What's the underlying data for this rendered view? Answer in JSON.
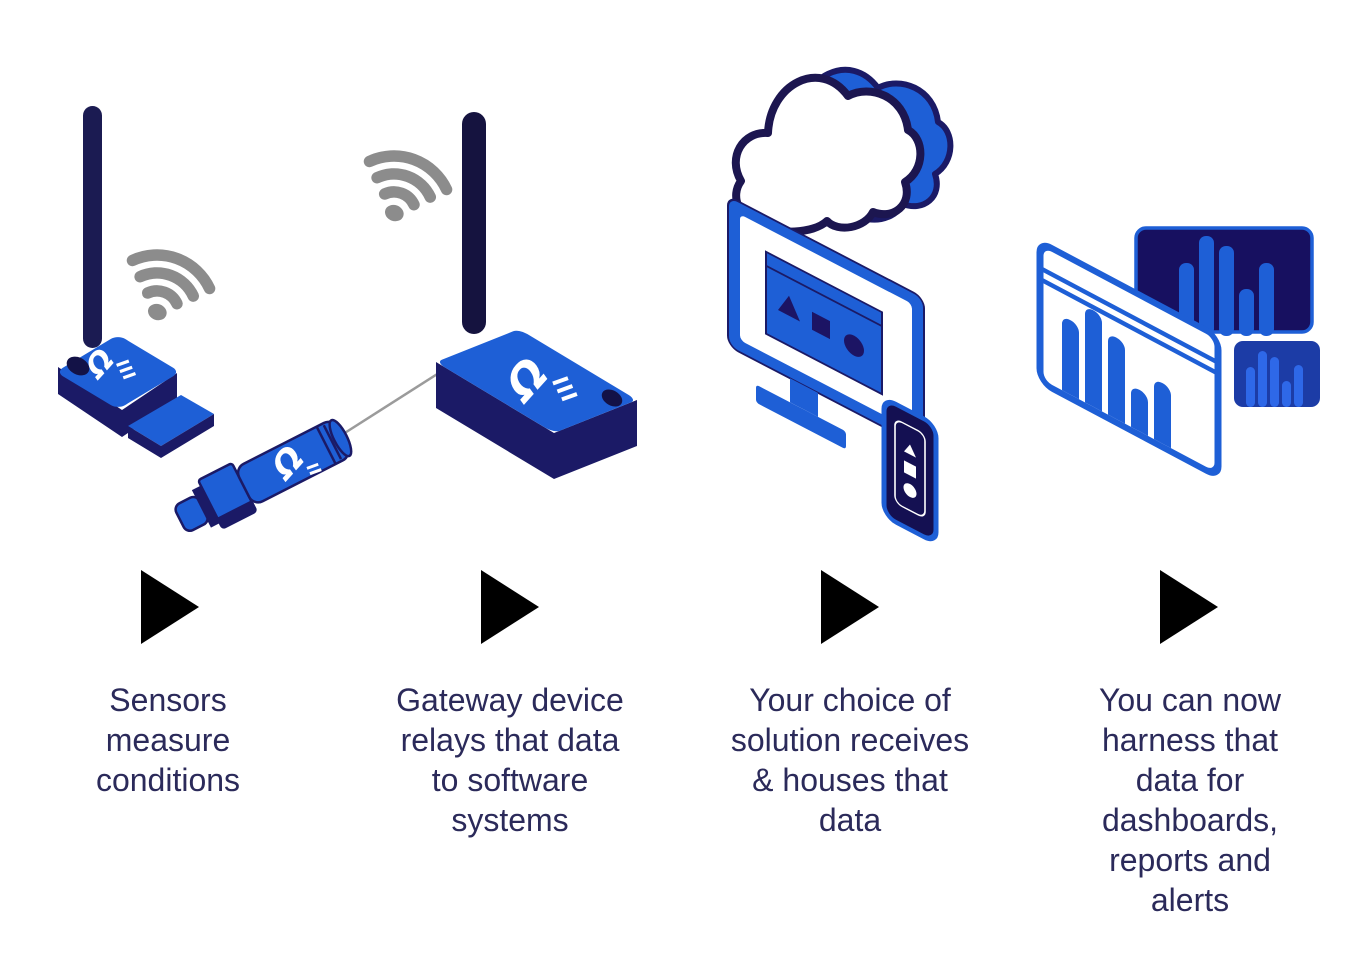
{
  "diagram": {
    "type": "process-flow",
    "description_visible_text_only": true
  },
  "logo": {
    "name": "omega-logo",
    "glyph": "Ω"
  },
  "steps": [
    {
      "name": "sensors",
      "icon": "wireless-sensor-icon",
      "label_lines": [
        "Sensors",
        "measure",
        "conditions"
      ]
    },
    {
      "name": "gateway",
      "icon": "gateway-device-icon",
      "label_lines": [
        "Gateway device",
        "relays that data",
        "to software",
        "systems"
      ]
    },
    {
      "name": "solution",
      "icon": "cloud-monitor-icon",
      "label_lines": [
        "Your choice of",
        "solution receives",
        "& houses that",
        "data"
      ]
    },
    {
      "name": "harness",
      "icon": "dashboard-charts-icon",
      "label_lines": [
        "You can now",
        "harness that",
        "data for",
        "dashboards,",
        "reports and",
        "alerts"
      ]
    }
  ],
  "flow_arrow": {
    "icon": "play-arrow-icon",
    "color": "#000000",
    "count": 4
  },
  "palette": {
    "background": "#FFFFFF",
    "brand_blue": "#1E5FD6",
    "navy_side": "#1B1A66",
    "deep_navy_antenna": "#1B1B52",
    "panel_navy": "#1C1464",
    "phone_screen_navy": "#141052",
    "card_navy": "#171060",
    "card_blue": "#1C3CA6",
    "card_blue_bars": "#2E68E8",
    "text_navy": "#2B2A5A",
    "wifi_gray": "#8C8C8C",
    "wire_gray": "#9B9B9B",
    "arrow_black": "#000000",
    "logo_white": "#FFFFFF"
  }
}
